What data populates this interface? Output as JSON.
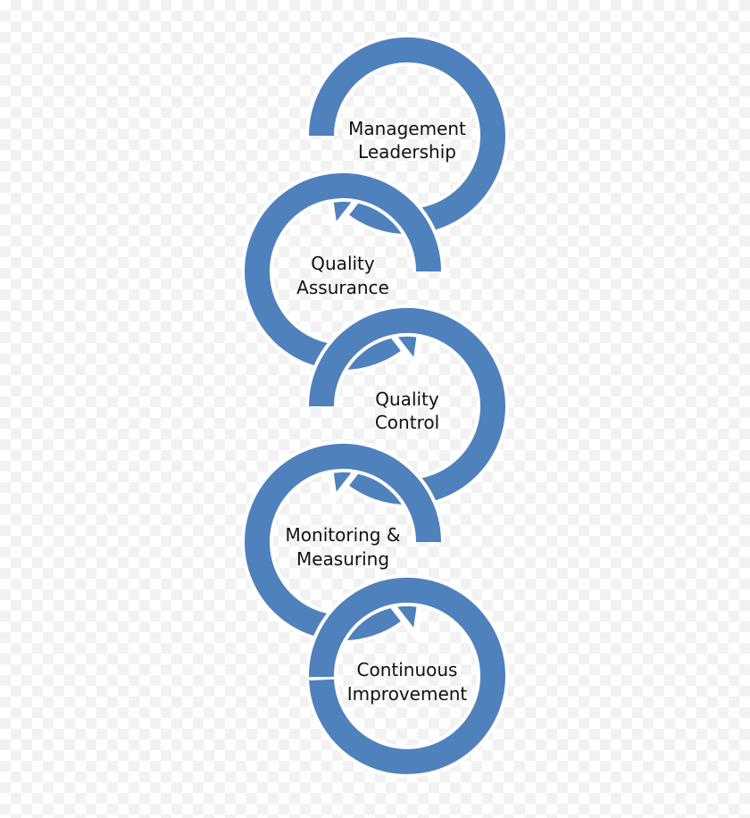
{
  "diagram": {
    "type": "cycle-chain",
    "arrow_color": "#4f81bd",
    "steps": [
      {
        "line1": "Management",
        "line2": "Leadership"
      },
      {
        "line1": "Quality",
        "line2": "Assurance"
      },
      {
        "line1": "Quality",
        "line2": "Control"
      },
      {
        "line1": "Monitoring &",
        "line2": "Measuring"
      },
      {
        "line1": "Continuous",
        "line2": "Improvement"
      }
    ]
  }
}
